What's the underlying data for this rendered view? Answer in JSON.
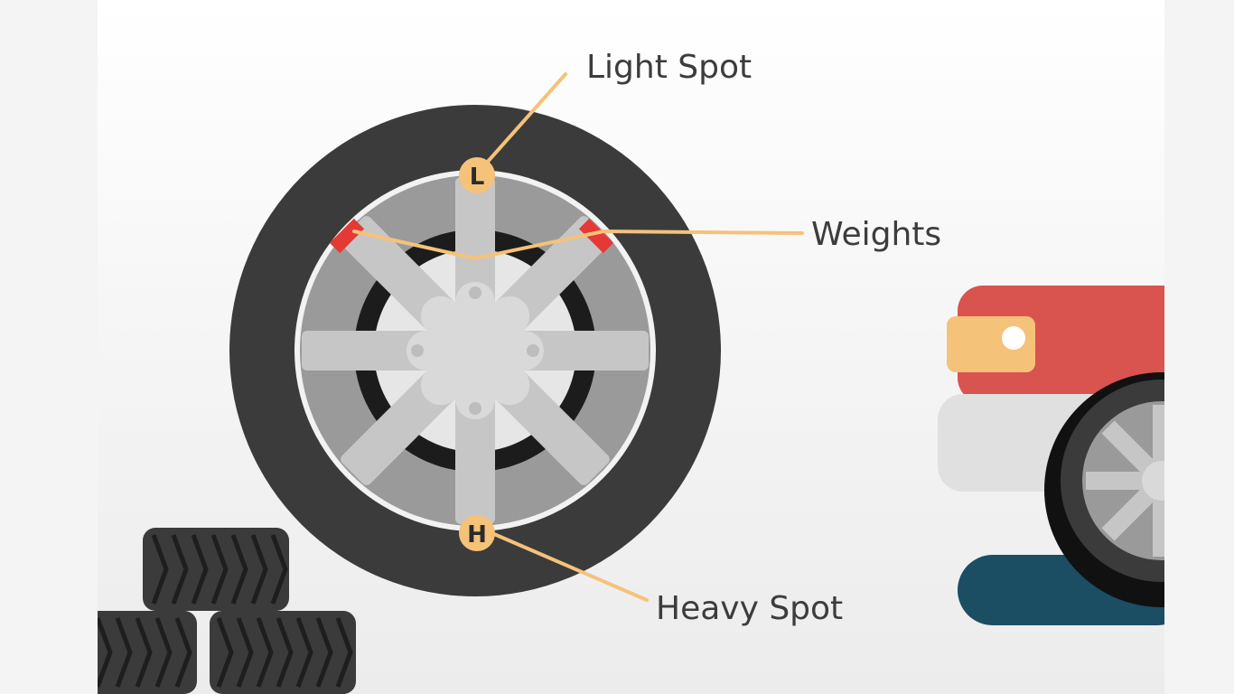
{
  "labels": {
    "light_spot": "Light Spot",
    "weights": "Weights",
    "heavy_spot": "Heavy Spot"
  },
  "markers": {
    "light": "L",
    "heavy": "H"
  },
  "colors": {
    "tire": "#3b3b3b",
    "rim": "#9a9a9a",
    "spoke": "#c6c6c6",
    "hub": "#d8d8d8",
    "marker": "#f5c27a",
    "leader": "#f5c27a",
    "weight": "#e53935",
    "car_body": "#d9534f",
    "bumper": "#e0e0e0",
    "shadow": "#1b4d63"
  },
  "icons": [
    "wheel-icon",
    "tire-stack-icon",
    "car-front-icon"
  ]
}
